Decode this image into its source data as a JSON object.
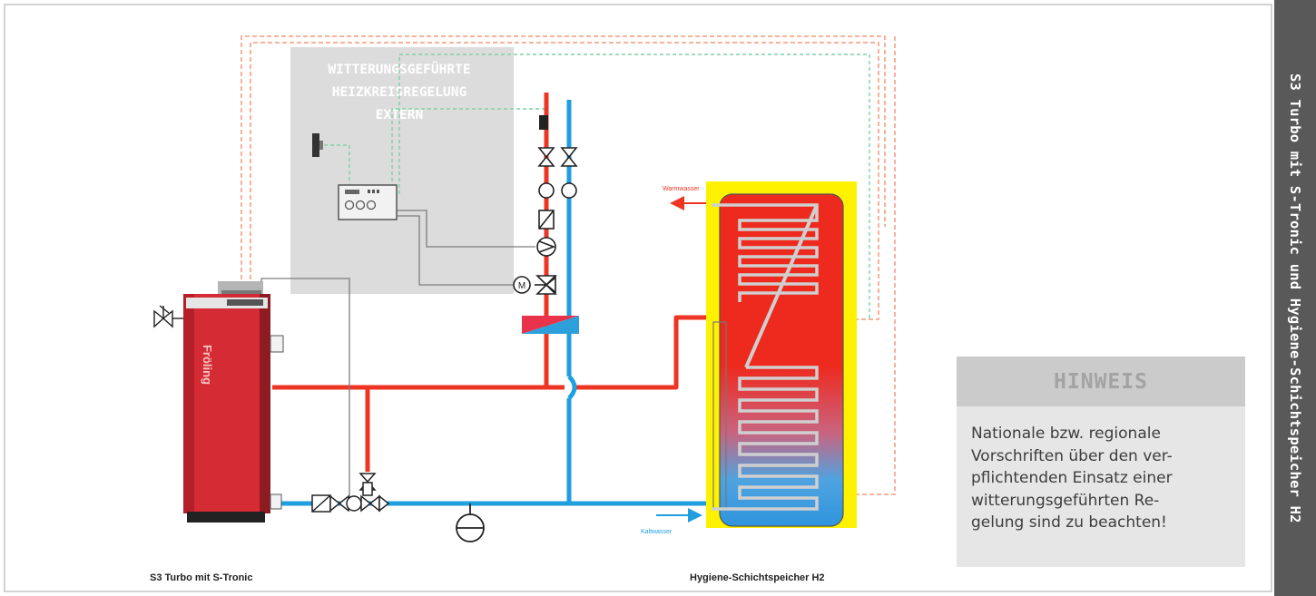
{
  "diagram": {
    "control_box_title_lines": [
      "WITTERUNGSGEFÜHRTE",
      "HEIZKREISREGELUNG",
      "EXTERN"
    ],
    "boiler_caption": "S3 Turbo mit S-Tronic",
    "tank_caption": "Hygiene-Schichtspeicher H2",
    "warm_water_label": "Warmwasser",
    "cold_water_label": "Kaltwasser",
    "boiler_brand": "Fröling",
    "pump_motor_symbol": "M",
    "colors": {
      "hot_pipe": "#ee3524",
      "cold_pipe": "#1f9fde",
      "tank_jacket": "#fff200",
      "boiler_body": "#d42b34",
      "control_zone": "#dcdcdc"
    }
  },
  "note": {
    "heading": "HINWEIS",
    "lines": [
      "Nationale bzw. regionale",
      "Vorschriften über den ver-",
      "pflichtenden Einsatz einer",
      "witterungsgeführten Re-",
      "gelung sind zu beachten!"
    ]
  },
  "sidebar": {
    "title": "S3 Turbo mit S-Tronic und Hygiene-Schichtspeicher H2"
  }
}
